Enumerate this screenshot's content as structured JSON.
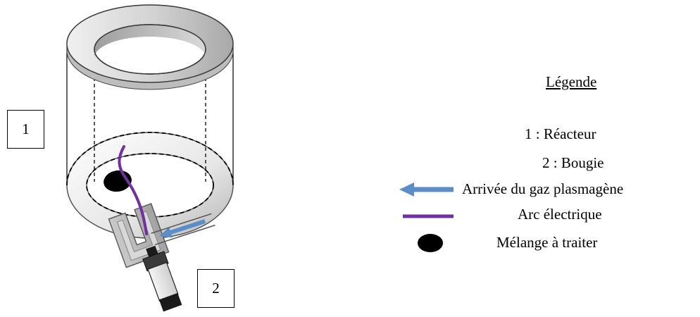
{
  "labels": {
    "box_1": "1",
    "box_2": "2"
  },
  "legend": {
    "title": "Légende",
    "item_1": "1 : Réacteur",
    "item_2": "2 : Bougie",
    "item_3": "Arrivée du gaz plasmagène",
    "item_4": "Arc électrique",
    "item_5": "Mélange à traiter"
  },
  "colors": {
    "gas_arrow": "#5b8dc9",
    "electric_arc": "#7030a0",
    "mixture": "#000000",
    "reactor_light": "#e6e6e6",
    "reactor_dark": "#a6a6a6"
  }
}
